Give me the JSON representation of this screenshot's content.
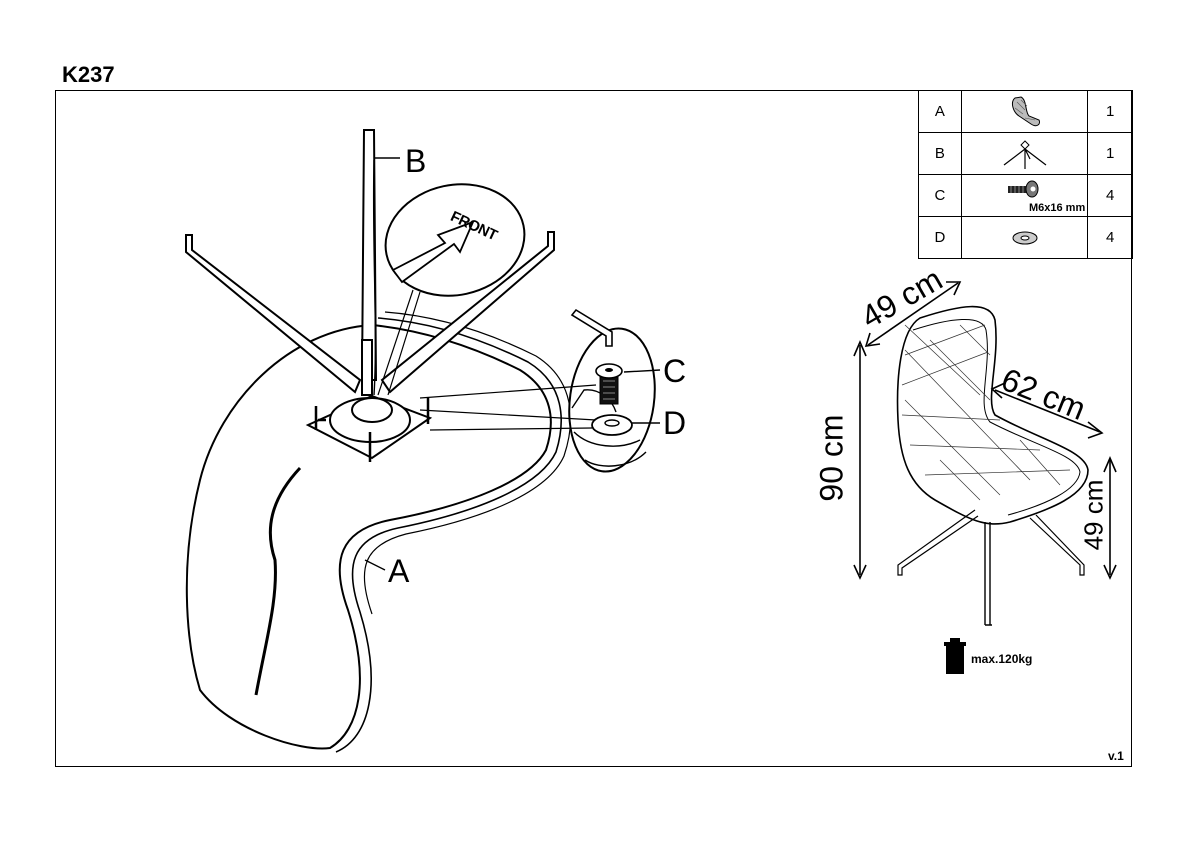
{
  "header": {
    "model": "K237"
  },
  "footer": {
    "version": "v.1"
  },
  "parts_table": [
    {
      "letter": "A",
      "qty": "1",
      "icon": "chair-seat-icon"
    },
    {
      "letter": "B",
      "qty": "1",
      "icon": "base-icon"
    },
    {
      "letter": "C",
      "qty": "4",
      "icon": "screw-icon",
      "spec": "M6x16 mm"
    },
    {
      "letter": "D",
      "qty": "4",
      "icon": "washer-icon"
    }
  ],
  "callouts": {
    "a": "A",
    "b": "B",
    "c": "C",
    "d": "D",
    "front": "FRONT"
  },
  "dimensions": {
    "width": "49 cm",
    "depth": "62 cm",
    "height": "90 cm",
    "seat_height": "49 cm"
  },
  "load": {
    "max": "max.120kg"
  }
}
